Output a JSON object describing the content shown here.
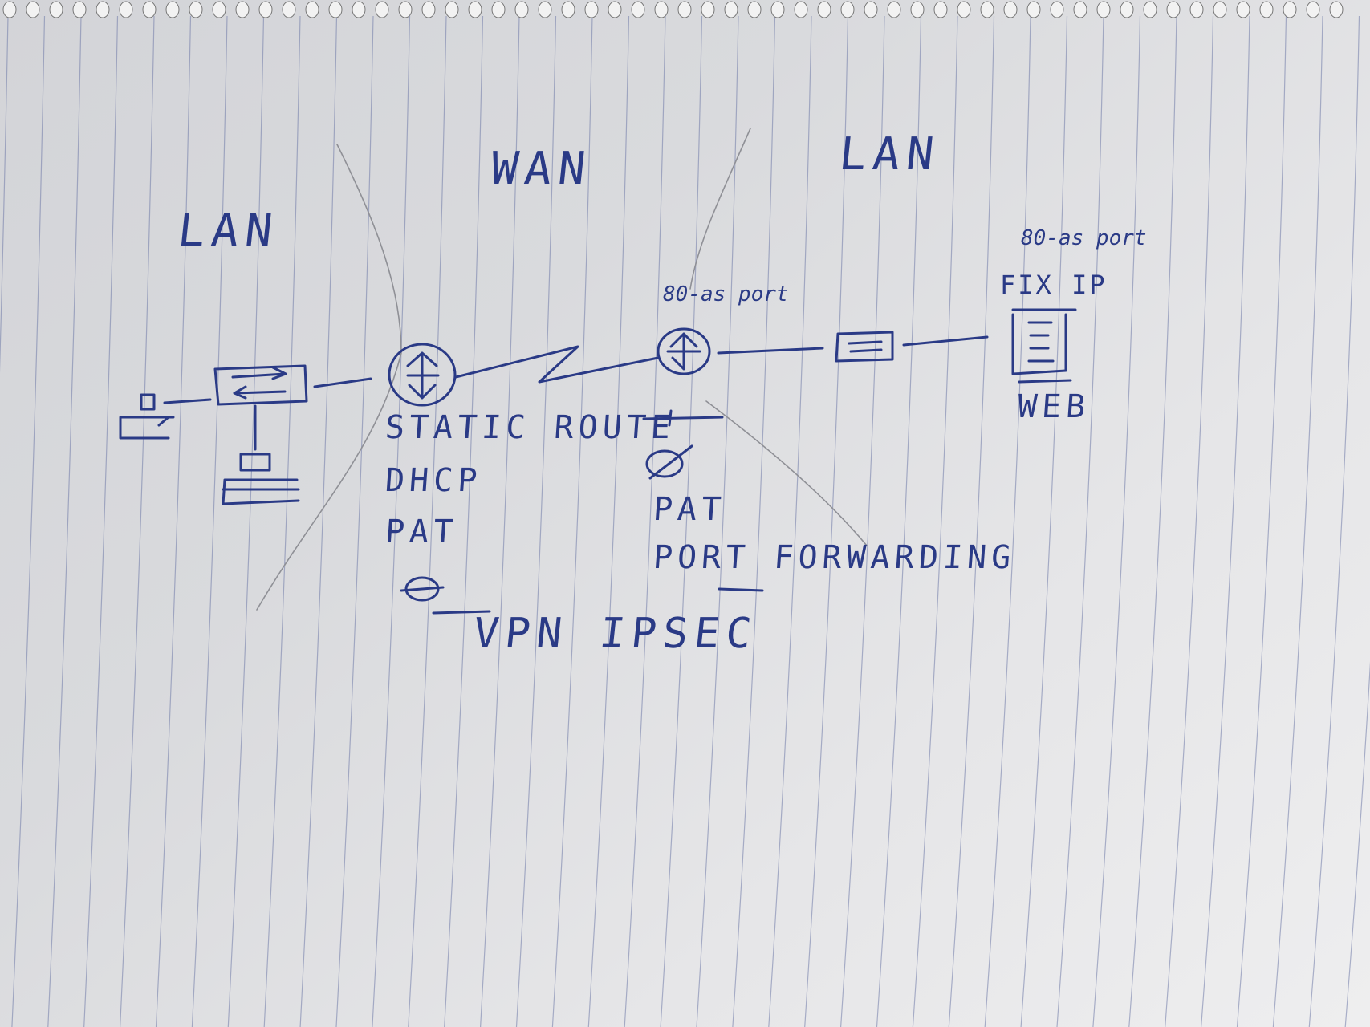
{
  "zones": {
    "lan_left": "LAN",
    "wan": "WAN",
    "lan_right": "LAN"
  },
  "router_left": {
    "features": [
      "STATIC ROUTE",
      "DHCP",
      "PAT",
      "VPN IPSEC"
    ]
  },
  "router_right": {
    "port_label": "80-as port",
    "features": [
      "PAT",
      "PORT FORWARDING"
    ]
  },
  "web_server": {
    "port_label": "80-as port",
    "ip_label": "FIX IP",
    "name": "WEB"
  },
  "colors": {
    "ink": "#2a3a86",
    "pencil": "#8f9096",
    "rule": "#6f7aa8"
  }
}
